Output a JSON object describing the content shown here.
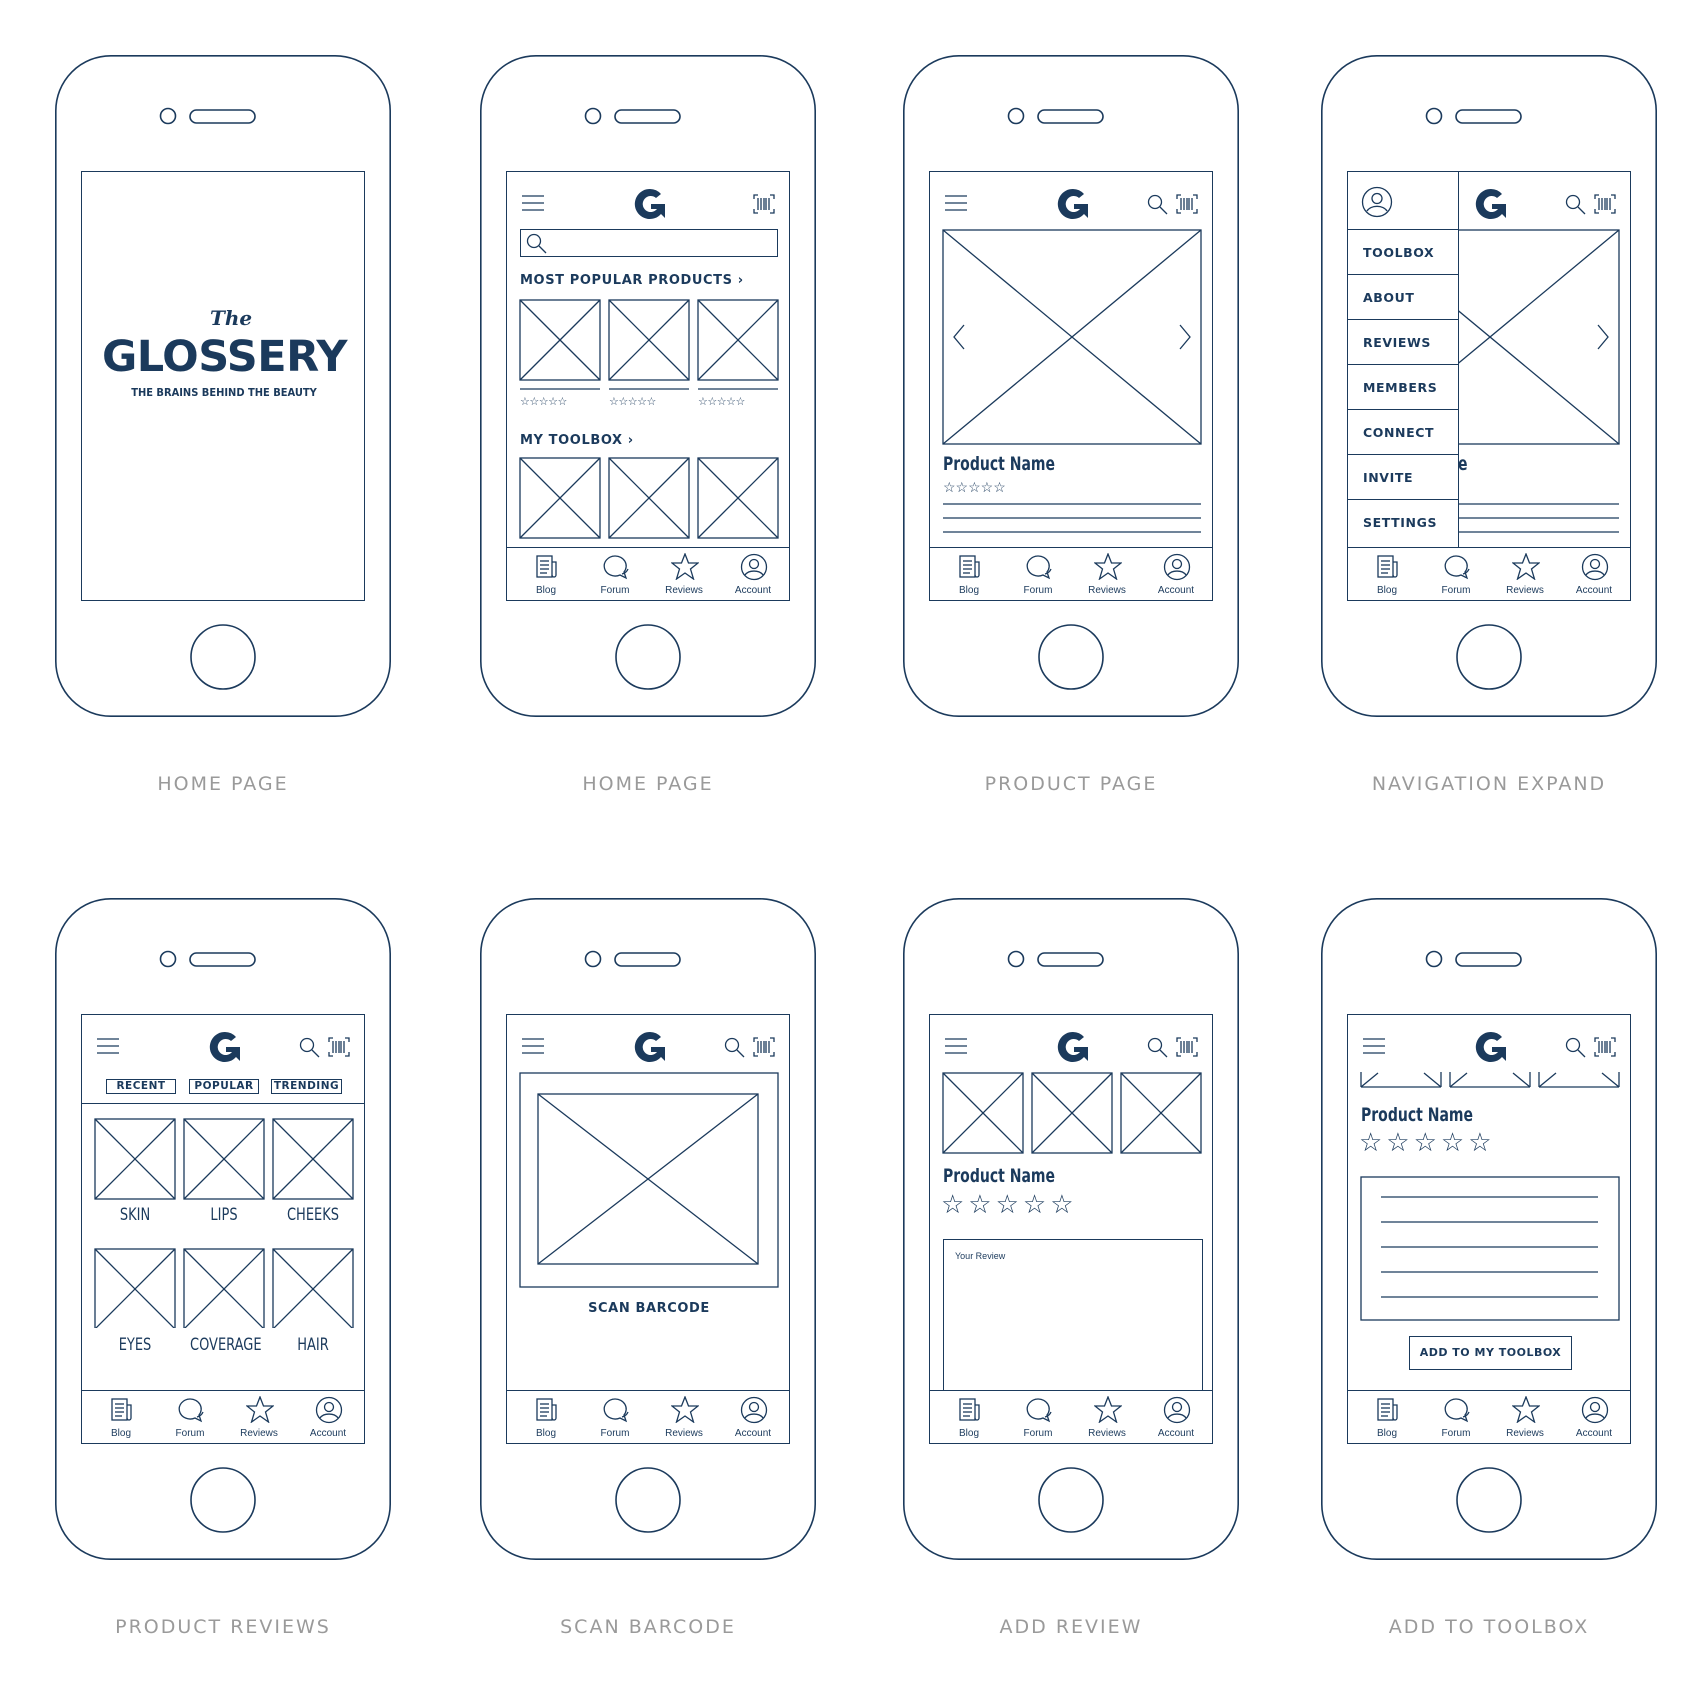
{
  "colors": {
    "stroke": "#1b3a5c",
    "caption": "#9a9a9a"
  },
  "tabs": [
    "Blog",
    "Forum",
    "Reviews",
    "Account"
  ],
  "screens": {
    "splash": {
      "caption": "HOME PAGE",
      "logo_script": "The",
      "logo_name": "GLOSSERY",
      "tagline": "THE BRAINS BEHIND THE BEAUTY"
    },
    "home": {
      "caption": "HOME PAGE",
      "popular_heading": "MOST POPULAR PRODUCTS",
      "toolbox_heading": "MY TOOLBOX"
    },
    "product": {
      "caption": "PRODUCT PAGE",
      "product_name": "Product Name"
    },
    "nav_expand": {
      "caption": "NAVIGATION EXPAND",
      "menu": [
        "TOOLBOX",
        "ABOUT",
        "REVIEWS",
        "MEMBERS",
        "CONNECT",
        "INVITE",
        "SETTINGS"
      ],
      "peek_text": "e"
    },
    "product_reviews": {
      "caption": "PRODUCT REVIEWS",
      "filters": [
        "RECENT",
        "POPULAR",
        "TRENDING"
      ],
      "categories": [
        "SKIN",
        "LIPS",
        "CHEEKS",
        "EYES",
        "COVERAGE",
        "HAIR"
      ]
    },
    "scan": {
      "caption": "SCAN BARCODE",
      "label": "SCAN BARCODE"
    },
    "add_review": {
      "caption": "ADD REVIEW",
      "product_name": "Product Name",
      "review_placeholder": "Your Review"
    },
    "add_toolbox": {
      "caption": "ADD TO TOOLBOX",
      "product_name": "Product Name",
      "button": "ADD TO MY TOOLBOX"
    }
  }
}
